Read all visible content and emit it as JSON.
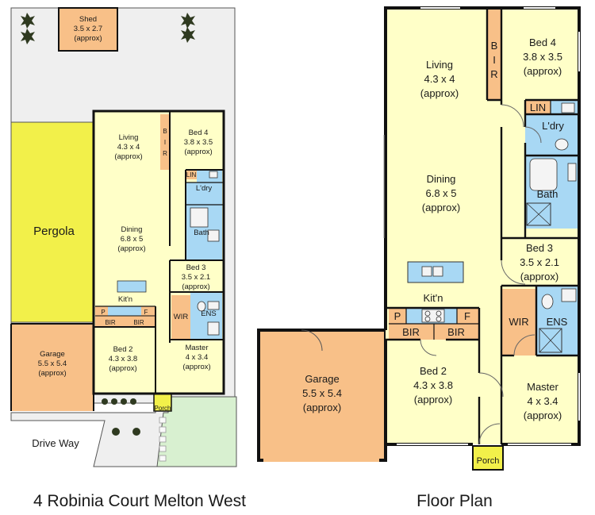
{
  "site": {
    "shed": {
      "name": "Shed",
      "size": "3.5 x 2.7",
      "note": "(approx)"
    },
    "pergola": {
      "name": "Pergola"
    },
    "garage": {
      "name": "Garage",
      "size": "5.5 x 5.4",
      "note": "(approx)"
    },
    "driveway": {
      "name": "Drive Way"
    },
    "porch": {
      "name": "Porch"
    },
    "living": {
      "name": "Living",
      "size": "4.3 x 4",
      "note": "(approx)"
    },
    "dining": {
      "name": "Dining",
      "size": "6.8 x 5",
      "note": "(approx)"
    },
    "kitchen": {
      "name": "Kit'n"
    },
    "bed2": {
      "name": "Bed 2",
      "size": "4.3 x 3.8",
      "note": "(approx)"
    },
    "bed3": {
      "name": "Bed 3",
      "size": "3.5 x 2.1",
      "note": "(approx)"
    },
    "bed4": {
      "name": "Bed 4",
      "size": "3.8 x 3.5",
      "note": "(approx)"
    },
    "master": {
      "name": "Master",
      "size": "4 x 3.4",
      "note": "(approx)"
    },
    "bir_vertical": [
      "B",
      "I",
      "R"
    ],
    "bir": "BIR",
    "pantry": "P",
    "fridge": "F",
    "lin": "LIN",
    "laundry": "L'dry",
    "bath": "Bath",
    "wir": "WIR",
    "ens": "ENS"
  },
  "plan": {
    "living": {
      "name": "Living",
      "size": "4.3 x 4",
      "note": "(approx)"
    },
    "dining": {
      "name": "Dining",
      "size": "6.8 x 5",
      "note": "(approx)"
    },
    "kitchen": {
      "name": "Kit'n"
    },
    "bed2": {
      "name": "Bed 2",
      "size": "4.3 x 3.8",
      "note": "(approx)"
    },
    "bed3": {
      "name": "Bed 3",
      "size": "3.5 x 2.1",
      "note": "(approx)"
    },
    "bed4": {
      "name": "Bed 4",
      "size": "3.8 x 3.5",
      "note": "(approx)"
    },
    "master": {
      "name": "Master",
      "size": "4 x 3.4",
      "note": "(approx)"
    },
    "garage": {
      "name": "Garage",
      "size": "5.5 x 5.4",
      "note": "(approx)"
    },
    "porch": {
      "name": "Porch"
    },
    "bir_vertical": [
      "B",
      "I",
      "R"
    ],
    "bir": "BIR",
    "pantry": "P",
    "fridge": "F",
    "lin": "LIN",
    "laundry": "L'dry",
    "bath": "Bath",
    "wir": "WIR",
    "ens": "ENS"
  },
  "captions": {
    "address": "4 Robinia Court Melton West",
    "plan": "Floor Plan"
  },
  "colors": {
    "room": "#FFFFC8",
    "wet": "#A8D8F4",
    "orange": "#F8C088",
    "pergola": "#F2F04A",
    "yard": "#EFEFEF",
    "lawn": "#D8F0D0",
    "wall": "#111111"
  }
}
